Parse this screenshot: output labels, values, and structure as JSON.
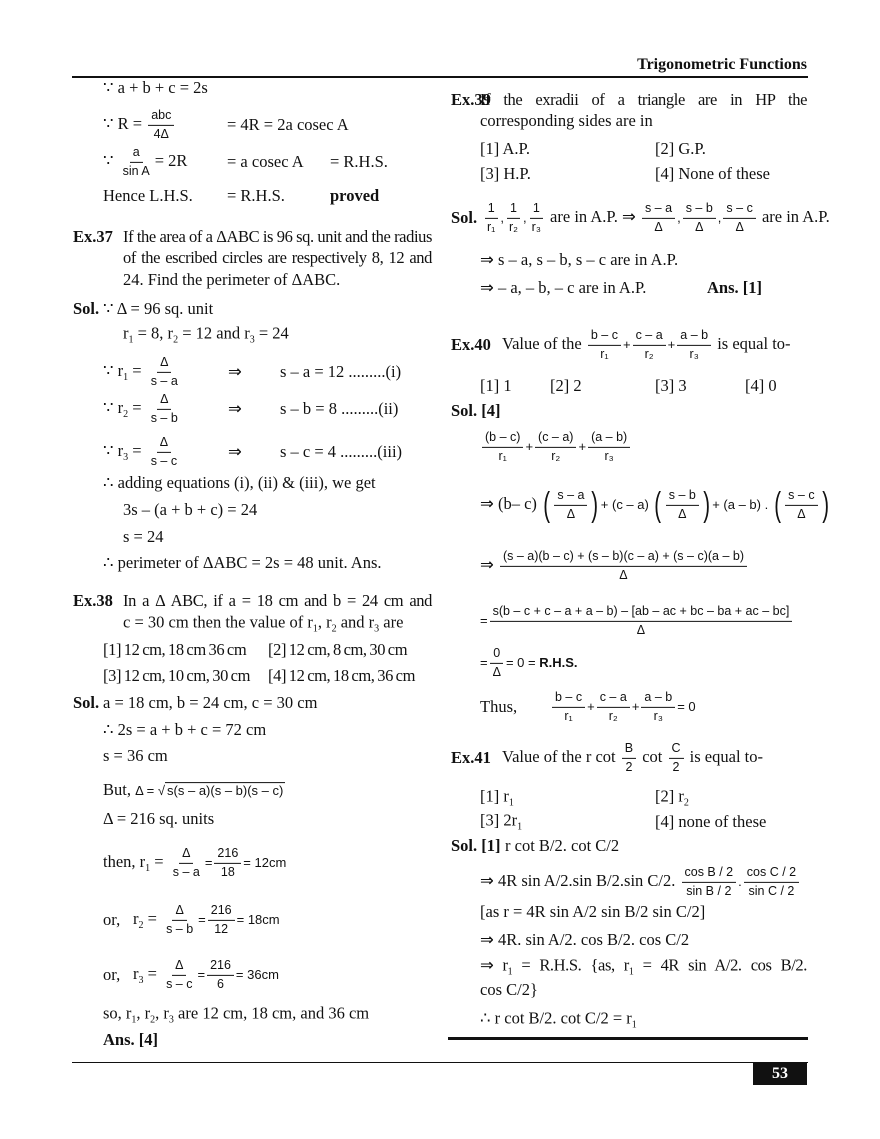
{
  "header": {
    "title": "Trigonometric Functions"
  },
  "page_number": "53",
  "left": [
    [
      [
        {
          "t": "∵  a + b + c = 2s"
        }
      ]
    ],
    [
      [
        {
          "t": "∵  R = "
        },
        {
          "f": {
            "n": "abc",
            "d": "4Δ"
          }
        }
      ],
      [
        {
          "t": "= 4R = 2a cosec A"
        }
      ]
    ],
    [
      [
        {
          "t": "∵  "
        },
        {
          "f": {
            "n": "a",
            "d": "sin A"
          }
        },
        {
          "t": "= 2R"
        }
      ],
      [
        {
          "t": "= a cosec A"
        }
      ],
      [
        {
          "t": "= R.H.S."
        }
      ]
    ],
    [
      [
        {
          "t": "Hence L.H.S."
        }
      ],
      [
        {
          "t": "= R.H.S."
        }
      ],
      [
        {
          "b": "proved"
        }
      ]
    ],
    [
      [
        {
          "b": "Ex.37"
        }
      ],
      [
        {
          "t": "If the area of a ΔABC is 96 sq. unit and the radius"
        }
      ]
    ],
    [
      [
        {
          "t": "of the escribed circles are respectively 8, 12  and"
        }
      ]
    ],
    [
      [
        {
          "t": "24. Find the perimeter of ΔABC."
        }
      ]
    ],
    [
      [
        {
          "b": "Sol."
        }
      ],
      [
        {
          "t": "∵  Δ = 96 sq. unit"
        }
      ]
    ],
    [
      [
        {
          "t": "r"
        },
        {
          "s": "1"
        },
        {
          "t": " = 8, r"
        },
        {
          "s": "2"
        },
        {
          "t": " = 12 and r"
        },
        {
          "s": "3"
        },
        {
          "t": "  = 24"
        }
      ]
    ],
    [
      [
        {
          "t": "∵  r"
        },
        {
          "s": "1"
        },
        {
          "t": " = "
        },
        {
          "f": {
            "n": "Δ",
            "d": "s – a"
          }
        }
      ],
      [
        {
          "t": "⇒"
        }
      ],
      [
        {
          "t": "s – a = 12  .........(i)"
        }
      ]
    ],
    [
      [
        {
          "t": "∵  r"
        },
        {
          "s": "2"
        },
        {
          "t": " = "
        },
        {
          "f": {
            "n": "Δ",
            "d": "s – b"
          }
        }
      ],
      [
        {
          "t": "⇒"
        }
      ],
      [
        {
          "t": "s – b = 8  .........(ii)"
        }
      ]
    ],
    [
      [
        {
          "t": "∵  r"
        },
        {
          "s": "3"
        },
        {
          "t": " = "
        },
        {
          "f": {
            "n": "Δ",
            "d": "s – c"
          }
        }
      ],
      [
        {
          "t": "⇒"
        }
      ],
      [
        {
          "t": "s – c = 4  .........(iii)"
        }
      ]
    ],
    [
      [
        {
          "t": "∴  adding equations (i), (ii) & (iii), we get"
        }
      ]
    ],
    [
      [
        {
          "t": "3s – (a + b + c) = 24"
        }
      ]
    ],
    [
      [
        {
          "t": "s = 24"
        }
      ]
    ],
    [
      [
        {
          "t": "∴  perimeter of ΔABC = 2s = 48 unit. Ans."
        }
      ]
    ],
    [
      [
        {
          "b": "Ex.38"
        }
      ],
      [
        {
          "t": "In a Δ ABC, if a = 18 cm and b = 24 cm and"
        }
      ]
    ],
    [
      [
        {
          "t": "c = 30 cm then the value of r"
        },
        {
          "s": "1"
        },
        {
          "t": ", r"
        },
        {
          "s": "2"
        },
        {
          "t": " and r"
        },
        {
          "s": "3"
        },
        {
          "t": " are"
        }
      ]
    ],
    [
      [
        {
          "t": "[1] 12 cm, 18 cm 36 cm"
        }
      ],
      [
        {
          "t": "[2] 12 cm, 8 cm, 30 cm"
        }
      ]
    ],
    [
      [
        {
          "t": "[3] 12 cm, 10 cm, 30 cm"
        }
      ],
      [
        {
          "t": "[4] 12 cm, 18 cm, 36 cm"
        }
      ]
    ],
    [
      [
        {
          "b": "Sol."
        }
      ],
      [
        {
          "t": "a = 18 cm, b = 24 cm, c = 30 cm"
        }
      ]
    ],
    [
      [
        {
          "t": "∴  2s = a + b + c = 72 cm"
        }
      ]
    ],
    [
      [
        {
          "t": "s = 36 cm"
        }
      ]
    ],
    [
      [
        {
          "t": "But, "
        },
        {
          "m": "Δ = "
        },
        {
          "sq": "s(s – a)(s – b)(s – c)"
        }
      ]
    ],
    [
      [
        {
          "t": "Δ = 216 sq. units"
        }
      ]
    ],
    [
      [
        {
          "t": "then, r"
        },
        {
          "s": "1"
        },
        {
          "t": " = "
        },
        {
          "f": {
            "n": "Δ",
            "d": "s – a"
          }
        },
        {
          "m": "="
        },
        {
          "f": {
            "n": "216",
            "d": "18"
          }
        },
        {
          "m": "= 12cm"
        }
      ]
    ],
    [
      [
        {
          "t": "or,"
        }
      ],
      [
        {
          "t": "r"
        },
        {
          "s": "2"
        },
        {
          "t": " = "
        },
        {
          "f": {
            "n": "Δ",
            "d": "s – b"
          }
        },
        {
          "m": "="
        },
        {
          "f": {
            "n": "216",
            "d": "12"
          }
        },
        {
          "m": "= 18cm"
        }
      ]
    ],
    [
      [
        {
          "t": "or,"
        }
      ],
      [
        {
          "t": "r"
        },
        {
          "s": "3"
        },
        {
          "t": " = "
        },
        {
          "f": {
            "n": "Δ",
            "d": "s – c"
          }
        },
        {
          "m": "="
        },
        {
          "f": {
            "n": "216",
            "d": "6"
          }
        },
        {
          "m": "= 36cm"
        }
      ]
    ],
    [
      [
        {
          "t": "so, r"
        },
        {
          "s": "1"
        },
        {
          "t": ", r"
        },
        {
          "s": "2"
        },
        {
          "t": ", r"
        },
        {
          "s": "3"
        },
        {
          "t": " are 12 cm, 18 cm, and 36 cm"
        }
      ]
    ],
    [
      [
        {
          "b": "Ans. [4]"
        }
      ]
    ]
  ],
  "right": [
    [
      [
        {
          "b": "Ex.39"
        }
      ],
      [
        {
          "t": "If the exradii of a triangle are in HP the"
        }
      ]
    ],
    [
      [
        {
          "t": "corresponding sides are in"
        }
      ]
    ],
    [
      [
        {
          "t": "[1] A.P."
        }
      ],
      [
        {
          "t": "[2] G.P."
        }
      ]
    ],
    [
      [
        {
          "t": "[3] H.P."
        }
      ],
      [
        {
          "t": "[4] None of these"
        }
      ]
    ],
    [
      [
        {
          "b": "Sol."
        }
      ],
      [
        {
          "f": {
            "n": "1",
            "d": "r₁"
          }
        },
        {
          "m": ","
        },
        {
          "f": {
            "n": "1",
            "d": "r₂"
          }
        },
        {
          "m": ","
        },
        {
          "f": {
            "n": "1",
            "d": "r₃"
          }
        },
        {
          "t": " are in A.P. ⇒ "
        },
        {
          "f": {
            "n": "s – a",
            "d": "Δ"
          }
        },
        {
          "m": ","
        },
        {
          "f": {
            "n": "s – b",
            "d": "Δ"
          }
        },
        {
          "m": ","
        },
        {
          "f": {
            "n": "s – c",
            "d": "Δ"
          }
        },
        {
          "t": " are in A.P."
        }
      ]
    ],
    [
      [
        {
          "t": "⇒ s – a, s – b, s – c are in A.P."
        }
      ]
    ],
    [
      [
        {
          "t": "⇒ – a, – b, – c are in A.P."
        }
      ],
      [
        {
          "b": "Ans. [1]"
        }
      ]
    ],
    [
      [
        {
          "b": "Ex.40"
        }
      ],
      [
        {
          "t": "Value of the "
        },
        {
          "f": {
            "n": "b – c",
            "d": "r₁"
          }
        },
        {
          "m": "+"
        },
        {
          "f": {
            "n": "c – a",
            "d": "r₂"
          }
        },
        {
          "m": "+"
        },
        {
          "f": {
            "n": "a – b",
            "d": "r₃"
          }
        },
        {
          "t": " is equal to-"
        }
      ]
    ],
    [
      [
        {
          "t": "[1] 1"
        }
      ],
      [
        {
          "t": "[2] 2"
        }
      ],
      [
        {
          "t": "[3] 3"
        }
      ],
      [
        {
          "t": "[4] 0"
        }
      ]
    ],
    [
      [
        {
          "b": "Sol. [4]"
        }
      ]
    ],
    [
      [
        {
          "f": {
            "n": "(b – c)",
            "d": "r₁"
          }
        },
        {
          "m": "+"
        },
        {
          "f": {
            "n": "(c – a)",
            "d": "r₂"
          }
        },
        {
          "m": "+"
        },
        {
          "f": {
            "n": "(a – b)",
            "d": "r₃"
          }
        }
      ]
    ],
    [
      [
        {
          "t": "⇒ (b– c) "
        },
        {
          "pf": {
            "n": "s – a",
            "d": "Δ"
          }
        },
        {
          "m": "+ (c – a) "
        },
        {
          "pf": {
            "n": "s – b",
            "d": "Δ"
          }
        },
        {
          "m": "+ (a – b) . "
        },
        {
          "pf": {
            "n": "s – c",
            "d": "Δ"
          }
        }
      ]
    ],
    [
      [
        {
          "t": "⇒  "
        },
        {
          "f": {
            "n": "(s – a)(b – c) + (s – b)(c – a) + (s – c)(a – b)",
            "d": "Δ"
          }
        }
      ]
    ],
    [
      [
        {
          "m": "="
        },
        {
          "f": {
            "n": "s(b – c + c – a + a – b) – [ab – ac + bc – ba + ac – bc]",
            "d": "Δ"
          }
        }
      ]
    ],
    [
      [
        {
          "m": "="
        },
        {
          "f": {
            "n": "0",
            "d": "Δ"
          }
        },
        {
          "m": "= 0 = "
        },
        {
          "mb": "R.H.S."
        }
      ]
    ],
    [
      [
        {
          "t": "Thus,"
        }
      ],
      [
        {
          "f": {
            "n": "b – c",
            "d": "r₁"
          }
        },
        {
          "m": "+"
        },
        {
          "f": {
            "n": "c – a",
            "d": "r₂"
          }
        },
        {
          "m": "+"
        },
        {
          "f": {
            "n": "a – b",
            "d": "r₃"
          }
        },
        {
          "m": "= 0"
        }
      ]
    ],
    [
      [
        {
          "b": "Ex.41"
        }
      ],
      [
        {
          "t": "Value of the r cot "
        },
        {
          "f": {
            "n": "B",
            "d": "2"
          }
        },
        {
          "t": " cot "
        },
        {
          "f": {
            "n": "C",
            "d": "2"
          }
        },
        {
          "t": " is equal to-"
        }
      ]
    ],
    [
      [
        {
          "t": "[1] r"
        },
        {
          "s": "1"
        }
      ],
      [
        {
          "t": "[2] r"
        },
        {
          "s": "2"
        }
      ]
    ],
    [
      [
        {
          "t": "[3] 2r"
        },
        {
          "s": "1"
        }
      ],
      [
        {
          "t": "[4] none of these"
        }
      ]
    ],
    [
      [
        {
          "b": "Sol. [1]"
        }
      ],
      [
        {
          "t": "r cot B/2. cot C/2"
        }
      ]
    ],
    [
      [
        {
          "t": "⇒ 4R sin A/2.sin B/2.sin C/2. "
        },
        {
          "f": {
            "n": "cos B / 2",
            "d": "sin B / 2"
          }
        },
        {
          "m": "."
        },
        {
          "f": {
            "n": "cos C / 2",
            "d": "sin C / 2"
          }
        }
      ]
    ],
    [
      [
        {
          "t": "[as r = 4R sin A/2 sin B/2 sin C/2]"
        }
      ]
    ],
    [
      [
        {
          "t": "⇒ 4R. sin A/2. cos B/2. cos C/2"
        }
      ]
    ],
    [
      [
        {
          "t": "⇒ r"
        },
        {
          "s": "1"
        },
        {
          "t": " = R.H.S. {as, r"
        },
        {
          "s": "1"
        },
        {
          "t": " = 4R sin A/2. cos B/2."
        }
      ]
    ],
    [
      [
        {
          "t": "cos C/2}"
        }
      ]
    ],
    [
      [
        {
          "t": "∴  r cot B/2. cot C/2 = r"
        },
        {
          "s": "1"
        }
      ]
    ]
  ]
}
